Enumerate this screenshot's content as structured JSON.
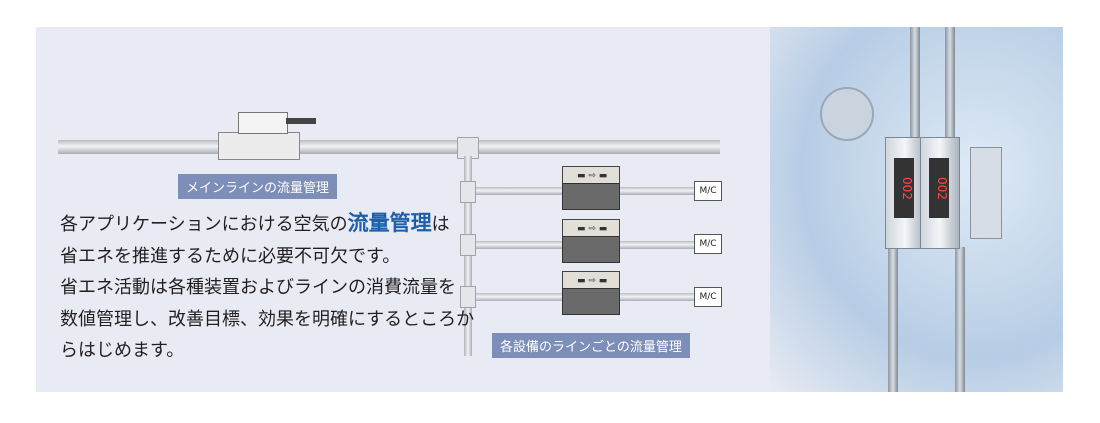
{
  "labels": {
    "main_line": "メインラインの流量管理",
    "each_line": "各設備のラインごとの流量管理"
  },
  "mc_label": "M/C",
  "description": {
    "line1_pre": "各アプリケーションにおける空気の",
    "line1_highlight": "流量管理",
    "line1_post": "は",
    "line2": "省エネを推進するために必要不可欠です。",
    "line3": "省エネ活動は各種装置およびラインの消費流量を",
    "line4": "数値管理し、改善目標、効果を明確にするところか",
    "line5": "らはじめます。"
  },
  "display_readout": "002",
  "colors": {
    "highlight": "#1f5fa8",
    "label_bg": "#7d8fb8",
    "panel_bg": "#e8ebf3"
  }
}
